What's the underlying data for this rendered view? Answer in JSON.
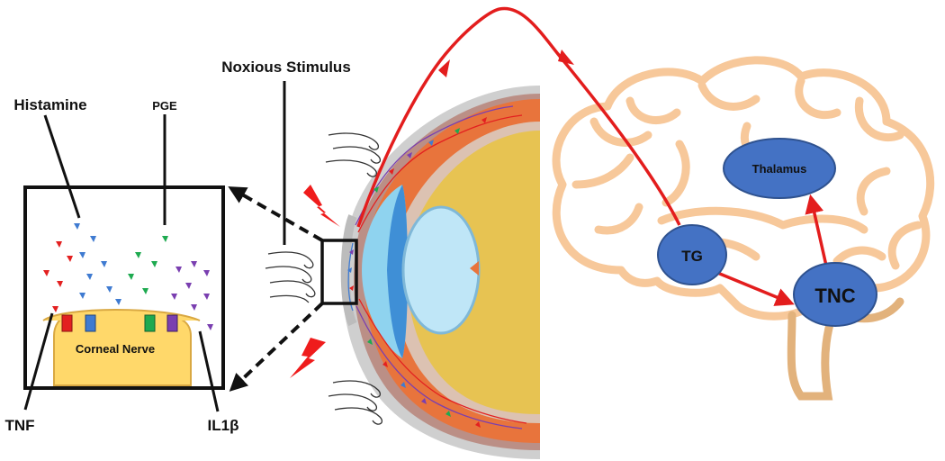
{
  "labels": {
    "noxious_stimulus": "Noxious Stimulus",
    "histamine": "Histamine",
    "pge": "PGE",
    "corneal_nerve": "Corneal Nerve",
    "tnf": "TNF",
    "il1b": "IL1β",
    "thalamus": "Thalamus",
    "tg": "TG",
    "tnc": "TNC"
  },
  "colors": {
    "pathway_arrow": "#e31d1d",
    "node_fill": "#4472c4",
    "brain_outline": "#f7c89a",
    "brain_stem": "#e2b27c",
    "nerve_fill": "#ffd86a",
    "mediator_red": "#e32020",
    "mediator_blue": "#3f7bd1",
    "mediator_green": "#1eaa50",
    "mediator_purple": "#7a3fb0",
    "lightning": "#ef1c1c"
  },
  "icons": [
    "lightning-bolt-icon",
    "airflow-swirl-icon",
    "eye-cross-section-icon",
    "brain-outline-icon"
  ]
}
